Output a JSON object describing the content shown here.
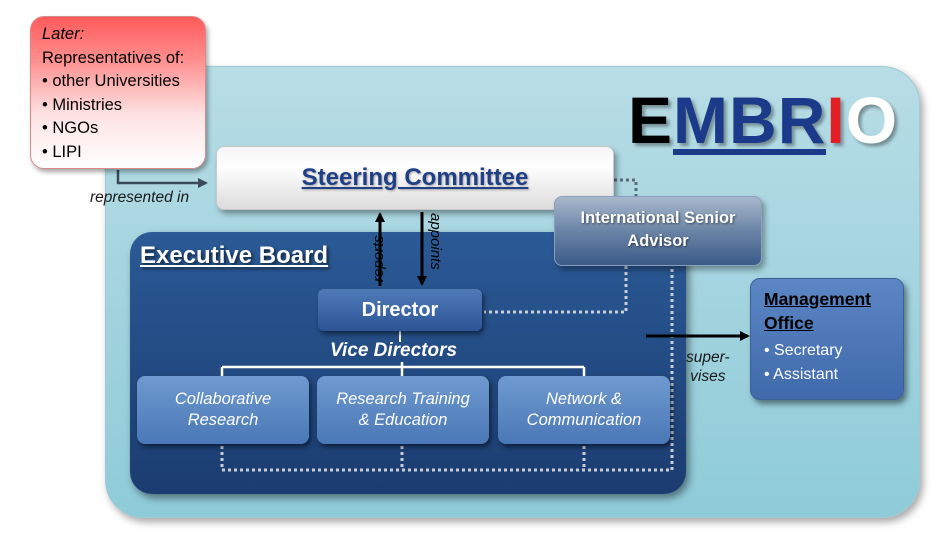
{
  "logo": {
    "letters": [
      {
        "char": "E",
        "color": "#000000"
      },
      {
        "char": "M",
        "color": "#1b3a8a"
      },
      {
        "char": "B",
        "color": "#1b3a8a"
      },
      {
        "char": "R",
        "color": "#1b3a8a"
      },
      {
        "char": "I",
        "color": "#e31e24"
      },
      {
        "char": "O",
        "color": "#ffffff"
      }
    ]
  },
  "later_box": {
    "title": "Later:",
    "subtitle": "Representatives of:",
    "items": [
      "• other Universities",
      "• Ministries",
      "• NGOs",
      "• LIPI"
    ]
  },
  "steering_committee": {
    "label": "Steering Committee"
  },
  "represented_in": {
    "label": "represented in"
  },
  "advisor": {
    "line1": "International Senior",
    "line2": "Advisor"
  },
  "executive_board": {
    "label": "Executive Board"
  },
  "reports": {
    "label": "reports"
  },
  "appoints": {
    "label": "appoints"
  },
  "director": {
    "label": "Director"
  },
  "vice_directors": {
    "label": "Vice Directors"
  },
  "units": [
    {
      "line1": "Collaborative",
      "line2": "Research"
    },
    {
      "line1": "Research Training",
      "line2": "& Education"
    },
    {
      "line1": "Network &",
      "line2": "Communication"
    }
  ],
  "supervises": {
    "line1": "super-",
    "line2": "vises"
  },
  "management_office": {
    "title_line1": "Management",
    "title_line2": "Office",
    "items": [
      "• Secretary",
      "• Assistant"
    ]
  },
  "colors": {
    "outer_panel": "#9fd3de",
    "executive_board": "#1f4478",
    "dotted_connector": "#c9ced6",
    "arrow": "#000000",
    "later_red": "#ff5a5a"
  }
}
